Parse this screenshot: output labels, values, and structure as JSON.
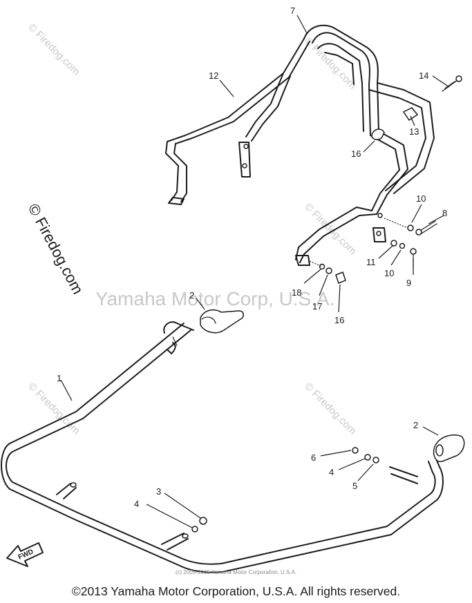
{
  "watermarks": {
    "firedog": "© Firedog.com",
    "center": "Yamaha Motor Corp, U.S.A."
  },
  "callouts": {
    "c1": "1",
    "c2a": "2",
    "c2b": "2",
    "c3": "3",
    "c4a": "4",
    "c4b": "4",
    "c5": "5",
    "c6": "6",
    "c7": "7",
    "c8": "8",
    "c9": "9",
    "c10a": "10",
    "c10b": "10",
    "c11": "11",
    "c12": "12",
    "c13": "13",
    "c14": "14",
    "c16a": "16",
    "c16b": "16",
    "c17": "17",
    "c18": "18"
  },
  "fwd_label": "FWD",
  "fine_print": "(c) 2005-2015 Yamaha Motor Corporation, U.S.A.",
  "copyright": "©2013 Yamaha Motor Corporation, U.S.A. All rights reserved.",
  "colors": {
    "line": "#1a1a1a",
    "watermark": "#c8c8c8"
  }
}
